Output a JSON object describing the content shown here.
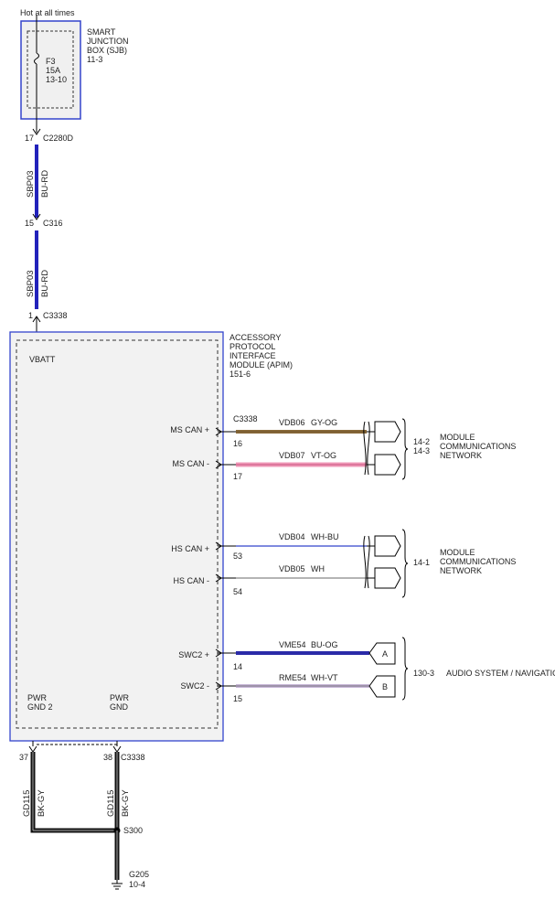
{
  "sjb": {
    "hot_label": "Hot at all times",
    "name_lines": "SMART\nJUNCTION\nBOX (SJB)\n11-3",
    "fuse_lines": "F3\n15A\n13-10"
  },
  "connectors": {
    "c2280d": {
      "pin": "17",
      "name": "C2280D"
    },
    "c316": {
      "pin": "15",
      "name": "C316"
    },
    "c3338_top": {
      "pin": "1",
      "name": "C3338"
    },
    "c3338_inner": "C3338",
    "gnd2": {
      "pin": "37"
    },
    "gnd": {
      "pin": "38",
      "name": "C3338"
    }
  },
  "wires": {
    "sbp03_a": {
      "circuit": "SBP03",
      "color": "BU-RD"
    },
    "sbp03_b": {
      "circuit": "SBP03",
      "color": "BU-RD"
    },
    "gd115_a": {
      "circuit": "GD115",
      "color": "BK-GY"
    },
    "gd115_b": {
      "circuit": "GD115",
      "color": "BK-GY"
    }
  },
  "apim": {
    "name_lines": "ACCESSORY\nPROTOCOL\nINTERFACE\nMODULE (APIM)\n151-6",
    "vbatt": "VBATT",
    "pwr_gnd2": "PWR\nGND 2",
    "pwr_gnd": "PWR\nGND"
  },
  "signals": [
    {
      "pin_label": "MS CAN +",
      "pin": "16",
      "circuit": "VDB06",
      "color": "GY-OG"
    },
    {
      "pin_label": "MS CAN -",
      "pin": "17",
      "circuit": "VDB07",
      "color": "VT-OG"
    },
    {
      "pin_label": "HS CAN +",
      "pin": "53",
      "circuit": "VDB04",
      "color": "WH-BU"
    },
    {
      "pin_label": "HS CAN -",
      "pin": "54",
      "circuit": "VDB05",
      "color": "WH"
    },
    {
      "pin_label": "SWC2 +",
      "pin": "14",
      "circuit": "VME54",
      "color": "BU-OG"
    },
    {
      "pin_label": "SWC2 -",
      "pin": "15",
      "circuit": "RME54",
      "color": "WH-VT"
    }
  ],
  "refs": {
    "ms_refs": "14-2\n14-3",
    "ms_dest": "MODULE\nCOMMUNICATIONS\nNETWORK",
    "hs_ref": "14-1",
    "hs_dest": "MODULE\nCOMMUNICATIONS\nNETWORK",
    "audio_ref": "130-3",
    "audio_dest": "AUDIO SYSTEM / NAVIGATION",
    "letter_a": "A",
    "letter_b": "B"
  },
  "splice": {
    "name": "S300"
  },
  "ground": {
    "name": "G205",
    "ref": "10-4"
  },
  "colors": {
    "bu_rd": "#2222bb",
    "gy_og": "#8b6b3a",
    "vt_og": "#f09ab8",
    "wh_bu": "#3344cc",
    "wh": "#888888",
    "bu_og": "#2a2aa8",
    "wh_vt": "#c8b8d8",
    "bk_gy": "#111111",
    "frame": "#3344cc"
  }
}
